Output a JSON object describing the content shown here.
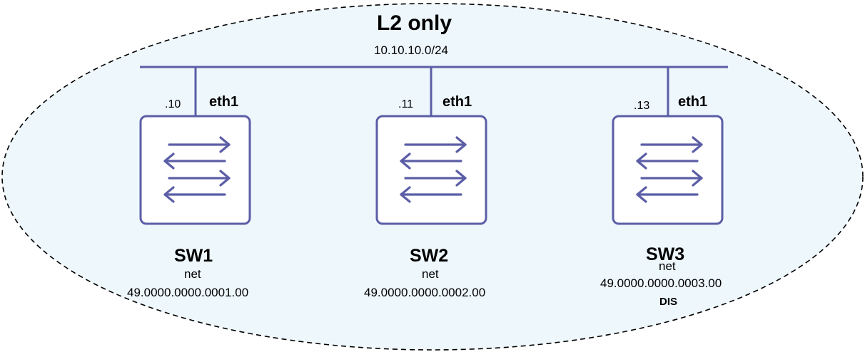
{
  "domain": {
    "title": "L2 only",
    "subnet": "10.10.10.0/24",
    "fill_color": "#eef7fc",
    "border_color": "#000000"
  },
  "link_color": "#5b5ea6",
  "switches": [
    {
      "name": "SW1",
      "ip_suffix": ".10",
      "interface": "eth1",
      "net_label": "net",
      "net_address": "49.0000.0000.0001.00",
      "role": ""
    },
    {
      "name": "SW2",
      "ip_suffix": ".11",
      "interface": "eth1",
      "net_label": "net",
      "net_address": "49.0000.0000.0002.00",
      "role": ""
    },
    {
      "name": "SW3",
      "ip_suffix": ".13",
      "interface": "eth1",
      "net_label": "net",
      "net_address": "49.0000.0000.0003.00",
      "role": "DIS"
    }
  ],
  "icons": {
    "switch": "switch-icon"
  }
}
